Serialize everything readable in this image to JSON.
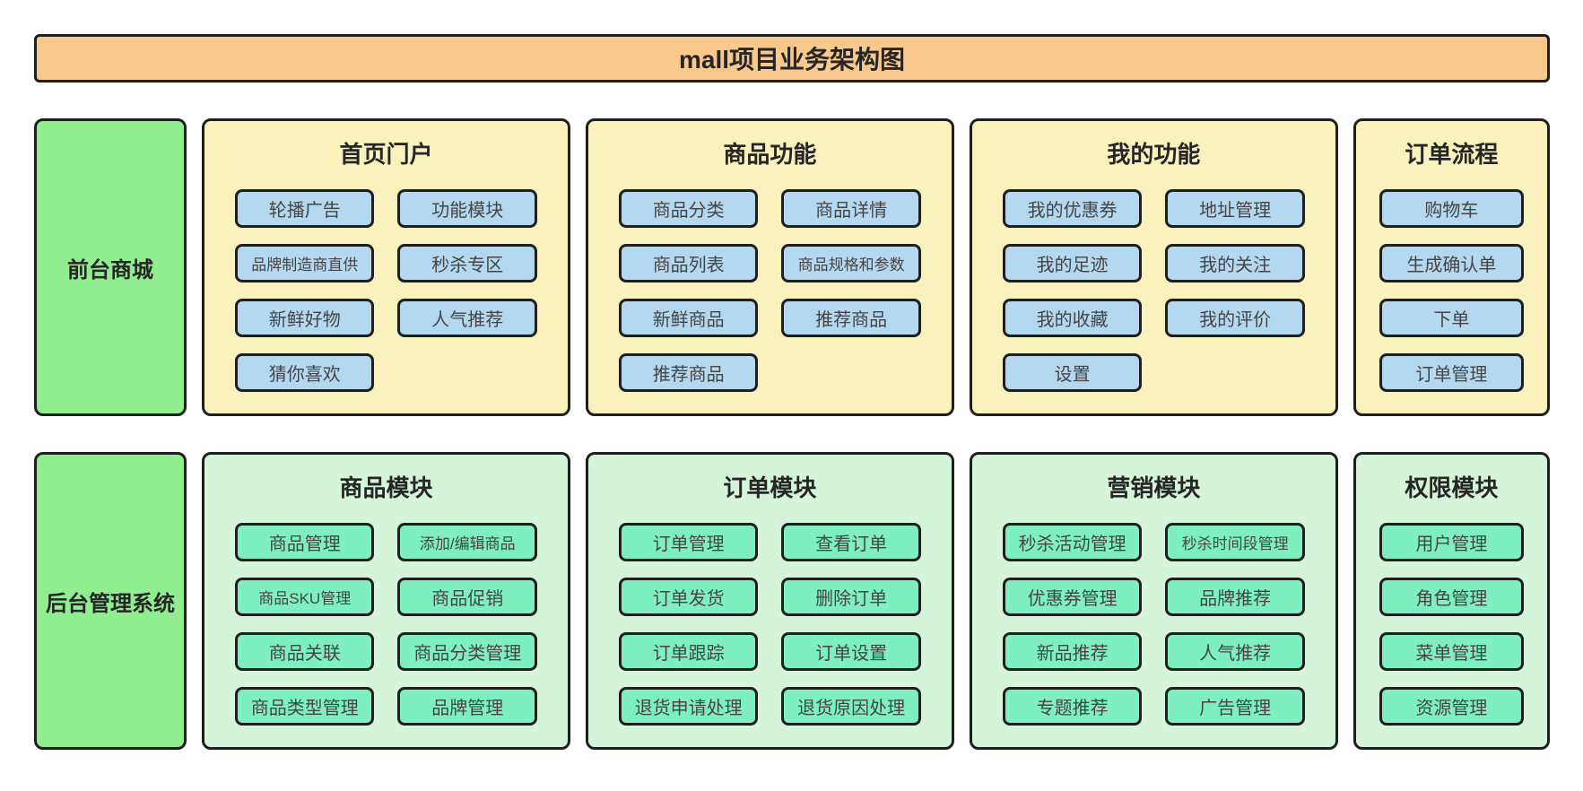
{
  "title": "mall项目业务架构图",
  "colors": {
    "banner_bg": "#F9C88C",
    "label_bg": "#90EE90",
    "row1_panel_bg": "#FAF2BC",
    "row1_node_bg": "#B3D8F0",
    "row2_panel_bg": "#D4F5D9",
    "row2_node_bg": "#7EEFC1",
    "border": "#1F1F1F"
  },
  "rows": [
    {
      "id": "frontend-mall",
      "label": "前台商城",
      "panel_bg": "#FAF2BC",
      "node_bg": "#B3D8F0",
      "panels": [
        {
          "id": "home-portal",
          "title": "首页门户",
          "cols": 2,
          "buttons": [
            "轮播广告",
            "功能模块",
            "品牌制造商直供",
            "秒杀专区",
            "新鲜好物",
            "人气推荐",
            "猜你喜欢"
          ]
        },
        {
          "id": "product-features",
          "title": "商品功能",
          "cols": 2,
          "buttons": [
            "商品分类",
            "商品详情",
            "商品列表",
            "商品规格和参数",
            "新鲜商品",
            "推荐商品",
            "推荐商品"
          ]
        },
        {
          "id": "my-features",
          "title": "我的功能",
          "cols": 2,
          "buttons": [
            "我的优惠券",
            "地址管理",
            "我的足迹",
            "我的关注",
            "我的收藏",
            "我的评价",
            "设置"
          ]
        },
        {
          "id": "order-flow",
          "title": "订单流程",
          "cols": 1,
          "buttons": [
            "购物车",
            "生成确认单",
            "下单",
            "订单管理"
          ]
        }
      ]
    },
    {
      "id": "backend-admin",
      "label": "后台管理系统",
      "panel_bg": "#D4F5D9",
      "node_bg": "#7EEFC1",
      "panels": [
        {
          "id": "product-module",
          "title": "商品模块",
          "cols": 2,
          "buttons": [
            "商品管理",
            "添加/编辑商品",
            "商品SKU管理",
            "商品促销",
            "商品关联",
            "商品分类管理",
            "商品类型管理",
            "品牌管理"
          ]
        },
        {
          "id": "order-module",
          "title": "订单模块",
          "cols": 2,
          "buttons": [
            "订单管理",
            "查看订单",
            "订单发货",
            "删除订单",
            "订单跟踪",
            "订单设置",
            "退货申请处理",
            "退货原因处理"
          ]
        },
        {
          "id": "marketing-module",
          "title": "营销模块",
          "cols": 2,
          "buttons": [
            "秒杀活动管理",
            "秒杀时间段管理",
            "优惠券管理",
            "品牌推荐",
            "新品推荐",
            "人气推荐",
            "专题推荐",
            "广告管理"
          ]
        },
        {
          "id": "permission-module",
          "title": "权限模块",
          "cols": 1,
          "buttons": [
            "用户管理",
            "角色管理",
            "菜单管理",
            "资源管理"
          ]
        }
      ]
    }
  ]
}
